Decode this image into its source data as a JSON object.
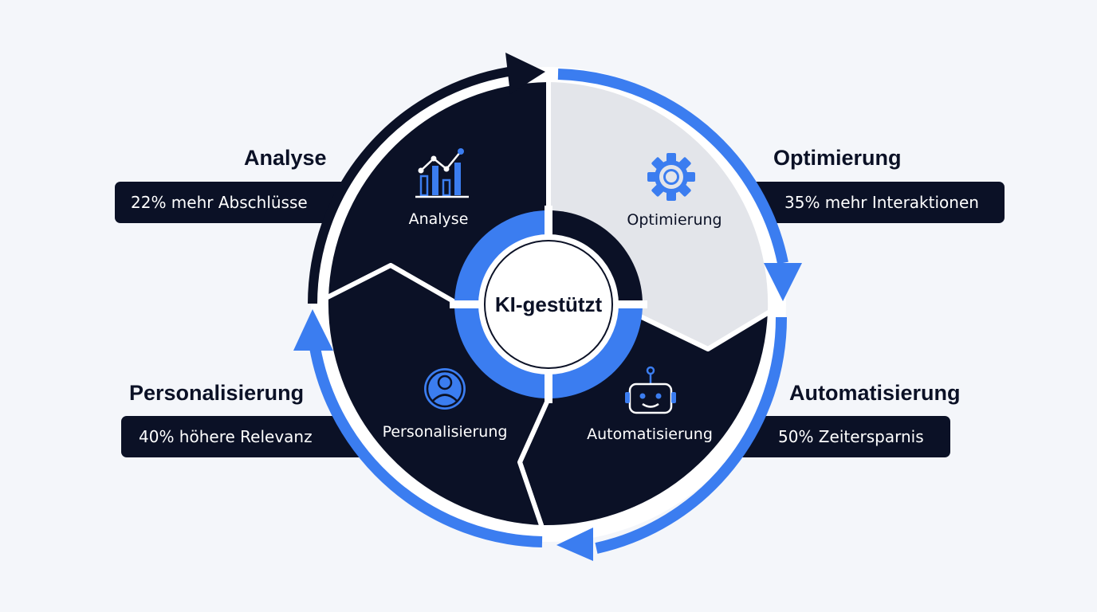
{
  "center": {
    "label": "KI-gestützt"
  },
  "stages": {
    "analyse": {
      "heading": "Analyse",
      "segment_label": "Analyse",
      "stat": "22% mehr Abschlüsse",
      "icon": "bar-chart-trend-icon"
    },
    "optimierung": {
      "heading": "Optimierung",
      "segment_label": "Optimierung",
      "stat": "35% mehr Interaktionen",
      "icon": "gear-icon"
    },
    "automatisierung": {
      "heading": "Automatisierung",
      "segment_label": "Automatisierung",
      "stat": "50% Zeitersparnis",
      "icon": "robot-icon"
    },
    "personalisierung": {
      "heading": "Personalisierung",
      "segment_label": "Personalisierung",
      "stat": "40% höhere Relevanz",
      "icon": "user-avatar-icon"
    }
  },
  "colors": {
    "navy": "#0b1126",
    "blue": "#3b7df0",
    "light_segment": "#e3e5ea",
    "background": "#f4f6fa",
    "white": "#ffffff"
  }
}
